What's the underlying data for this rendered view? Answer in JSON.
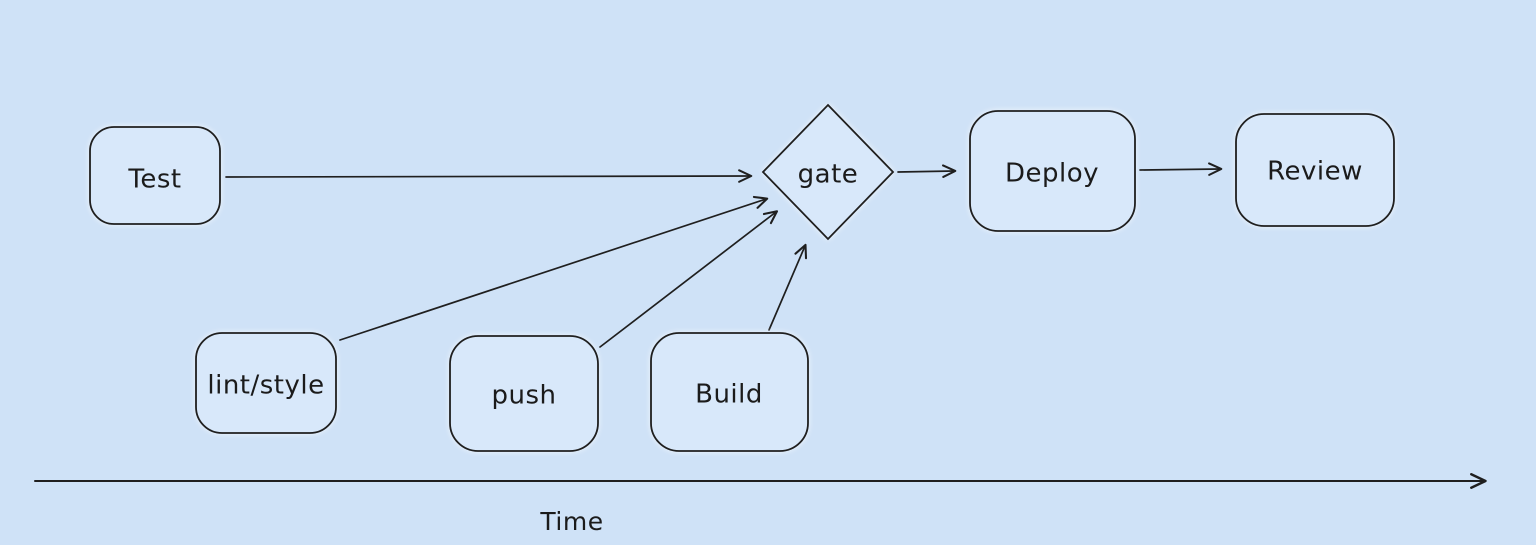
{
  "diagram": {
    "title": "pipeline-timeline-diagram",
    "background_color": "#cfe2f7",
    "stroke_color": "#1f1f1f",
    "node_fill_color": "#d8e8fa",
    "nodes": [
      {
        "id": "test",
        "label": "Test",
        "shape": "rounded-rect"
      },
      {
        "id": "lint-style",
        "label": "lint/style",
        "shape": "rounded-rect"
      },
      {
        "id": "push",
        "label": "push",
        "shape": "rounded-rect"
      },
      {
        "id": "build",
        "label": "Build",
        "shape": "rounded-rect"
      },
      {
        "id": "gate",
        "label": "gate",
        "shape": "diamond"
      },
      {
        "id": "deploy",
        "label": "Deploy",
        "shape": "rounded-rect"
      },
      {
        "id": "review",
        "label": "Review",
        "shape": "rounded-rect"
      }
    ],
    "edges": [
      {
        "from": "test",
        "to": "gate"
      },
      {
        "from": "lint-style",
        "to": "gate"
      },
      {
        "from": "push",
        "to": "gate"
      },
      {
        "from": "build",
        "to": "gate"
      },
      {
        "from": "gate",
        "to": "deploy"
      },
      {
        "from": "deploy",
        "to": "review"
      }
    ],
    "axis": {
      "label": "Time",
      "direction": "right"
    }
  }
}
